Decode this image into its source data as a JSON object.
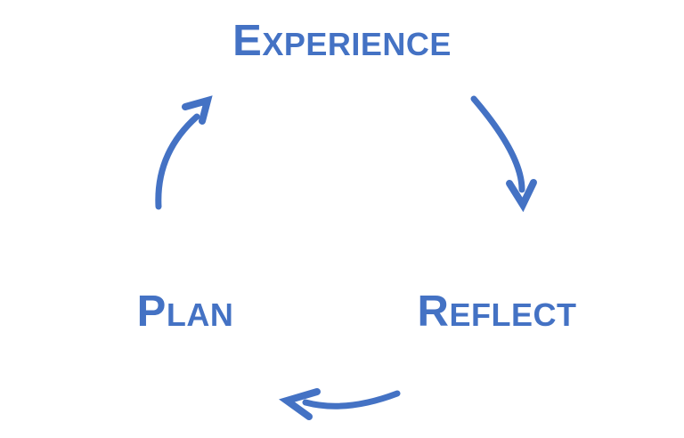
{
  "colors": {
    "accent": "#4472C4",
    "background": "#ffffff"
  },
  "diagram": {
    "type": "cycle",
    "nodes": [
      {
        "id": "experience",
        "label": "Experience",
        "position": "top-center"
      },
      {
        "id": "reflect",
        "label": "Reflect",
        "position": "bottom-right"
      },
      {
        "id": "plan",
        "label": "Plan",
        "position": "bottom-left"
      }
    ],
    "arrows": [
      {
        "name": "arrow-experience-to-reflect",
        "from": "Experience",
        "to": "Reflect"
      },
      {
        "name": "arrow-reflect-to-plan",
        "from": "Reflect",
        "to": "Plan"
      },
      {
        "name": "arrow-plan-to-experience",
        "from": "Plan",
        "to": "Experience"
      }
    ],
    "flow": "clockwise"
  }
}
